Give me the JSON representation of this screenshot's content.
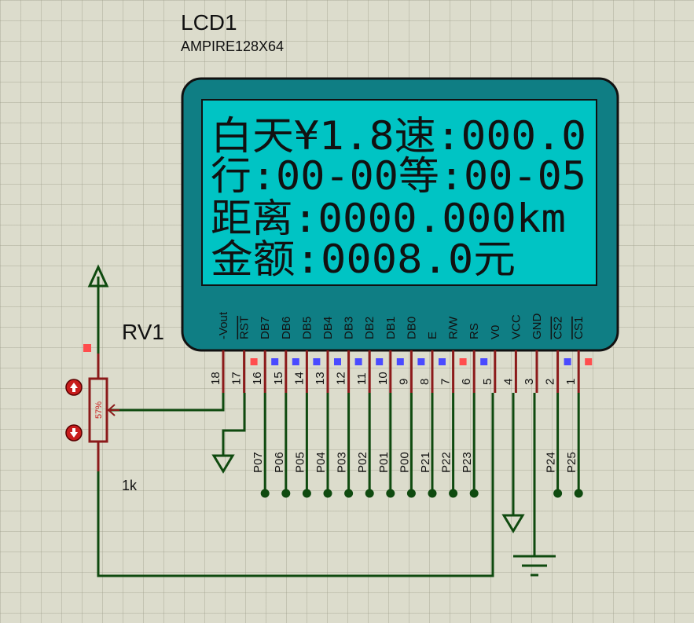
{
  "lcd": {
    "ref": "LCD1",
    "model": "AMPIRE128X64",
    "screen_lines": [
      "白天¥1.8速:000.0",
      "行:00-00等:00-05",
      "距离:0000.000km",
      "金额:0008.0元"
    ],
    "pins": [
      {
        "label": "-Vout",
        "num": "18",
        "marker": "none",
        "net": ""
      },
      {
        "label": "RST",
        "num": "17",
        "marker": "red",
        "net": ""
      },
      {
        "label": "DB7",
        "num": "16",
        "marker": "blue",
        "net": "P07"
      },
      {
        "label": "DB6",
        "num": "15",
        "marker": "blue",
        "net": "P06"
      },
      {
        "label": "DB5",
        "num": "14",
        "marker": "blue",
        "net": "P05"
      },
      {
        "label": "DB4",
        "num": "13",
        "marker": "blue",
        "net": "P04"
      },
      {
        "label": "DB3",
        "num": "12",
        "marker": "blue",
        "net": "P03"
      },
      {
        "label": "DB2",
        "num": "11",
        "marker": "blue",
        "net": "P02"
      },
      {
        "label": "DB1",
        "num": "10",
        "marker": "blue",
        "net": "P01"
      },
      {
        "label": "DB0",
        "num": "9",
        "marker": "blue",
        "net": "P00"
      },
      {
        "label": "E",
        "num": "8",
        "marker": "blue",
        "net": "P21"
      },
      {
        "label": "R/W",
        "num": "7",
        "marker": "red",
        "net": "P22"
      },
      {
        "label": "RS",
        "num": "6",
        "marker": "blue",
        "net": "P23"
      },
      {
        "label": "V0",
        "num": "5",
        "marker": "none",
        "net": ""
      },
      {
        "label": "VCC",
        "num": "4",
        "marker": "none",
        "net": ""
      },
      {
        "label": "GND",
        "num": "3",
        "marker": "none",
        "net": ""
      },
      {
        "label": "CS2",
        "num": "2",
        "marker": "blue",
        "net": "P24"
      },
      {
        "label": "CS1",
        "num": "1",
        "marker": "red",
        "net": "P25"
      }
    ]
  },
  "rv": {
    "ref": "RV1",
    "value": "1k",
    "percent": "57%"
  },
  "colors": {
    "wire": "#0f4a0f",
    "pin": "#8b1a1a",
    "lcd_body": "#0f7e84",
    "lcd_screen": "#00c4c4",
    "text_dark": "#111111",
    "marker_red": "#ff4d4d",
    "marker_blue": "#4a4aff",
    "resistor_red": "#c81c1c"
  }
}
